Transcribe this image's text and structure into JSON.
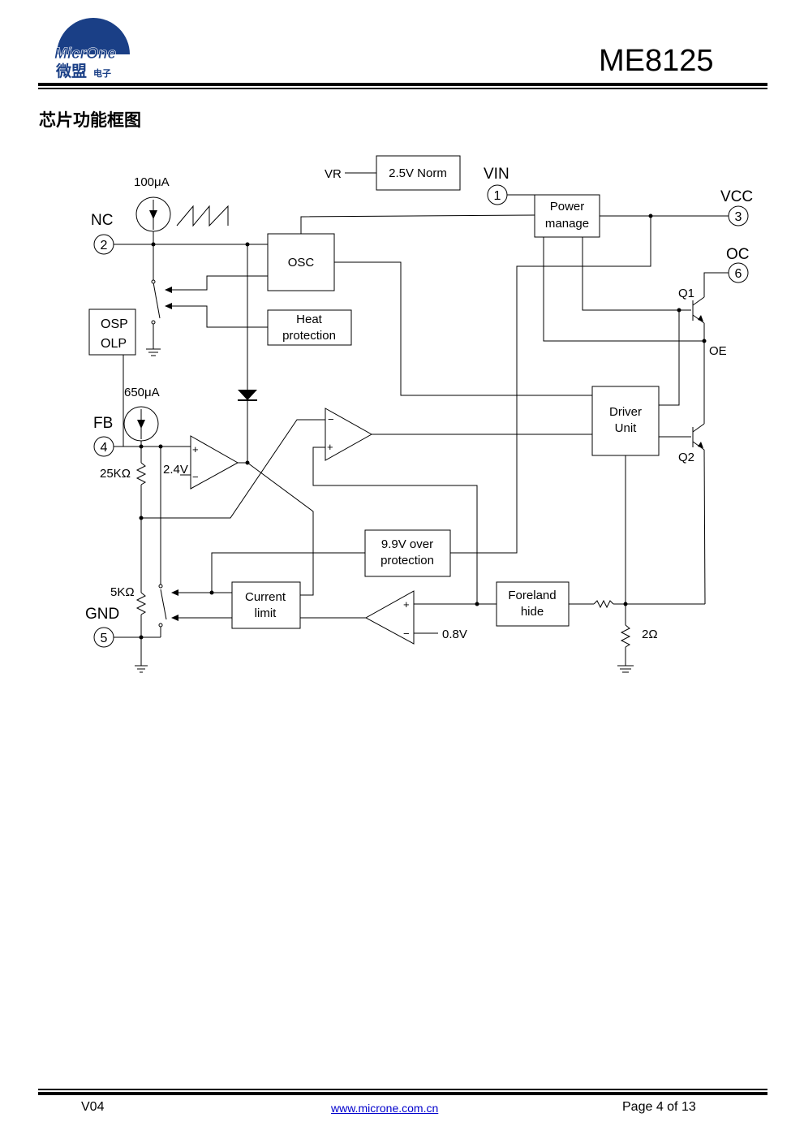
{
  "header": {
    "logo_text": "MicrOne",
    "logo_cn": "微盟",
    "logo_cn_small": "电子",
    "part_number": "ME8125"
  },
  "section_title": "芯片功能框图",
  "diagram": {
    "blocks": {
      "norm": "2.5V Norm",
      "power_1": "Power",
      "power_2": "manage",
      "osc": "OSC",
      "heat_1": "Heat",
      "heat_2": "protection",
      "driver_1": "Driver",
      "driver_2": "Unit",
      "ovp_1": "9.9V over",
      "ovp_2": "protection",
      "cl_1": "Current",
      "cl_2": "limit",
      "fh_1": "Foreland",
      "fh_2": "hide",
      "osp": "OSP",
      "olp": "OLP"
    },
    "pins": {
      "vr": "VR",
      "vin": "VIN",
      "vin_num": "1",
      "vcc": "VCC",
      "vcc_num": "3",
      "oc": "OC",
      "oc_num": "6",
      "nc": "NC",
      "nc_num": "2",
      "fb": "FB",
      "fb_num": "4",
      "gnd": "GND",
      "gnd_num": "5",
      "oe": "OE"
    },
    "labels": {
      "i100": "100μA",
      "i650": "650μA",
      "r25k": "25KΩ",
      "v24": "2.4V",
      "r5k": "5KΩ",
      "v08": "0.8V",
      "r2": "2Ω",
      "q1": "Q1",
      "q2": "Q2",
      "plus": "+",
      "minus": "−"
    }
  },
  "footer": {
    "version": "V04",
    "url": "www.microne.com.cn",
    "page": "Page 4 of 13"
  }
}
